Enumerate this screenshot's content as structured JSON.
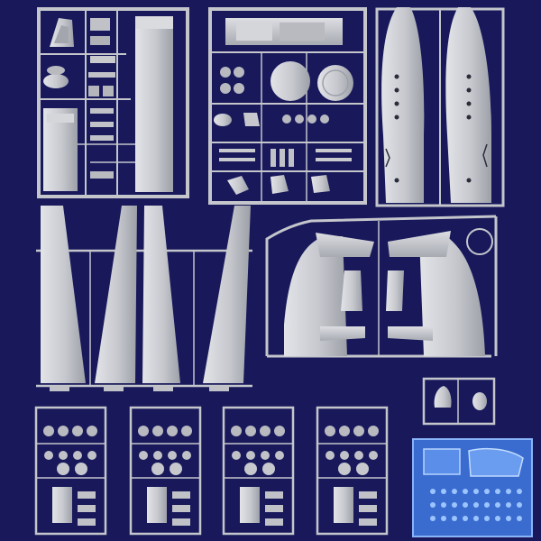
{
  "image": {
    "kind": "plastic model kit sprue layout",
    "background_color": "#18185a",
    "plastic_color": "#c8cace",
    "plastic_shadow": "#9a9ca4",
    "clear_parts_color": "#5a8ee8"
  },
  "sprues": [
    {
      "id": "fuselage-interior-sprue"
    },
    {
      "id": "engine-details-sprue"
    },
    {
      "id": "fuselage-halves-sprue"
    },
    {
      "id": "wing-panels-sprue"
    },
    {
      "id": "tail-sprue"
    },
    {
      "id": "small-parts-sprue"
    },
    {
      "id": "engine-sprue-1"
    },
    {
      "id": "engine-sprue-2"
    },
    {
      "id": "engine-sprue-3"
    },
    {
      "id": "engine-sprue-4"
    },
    {
      "id": "clear-parts-sprue"
    }
  ]
}
